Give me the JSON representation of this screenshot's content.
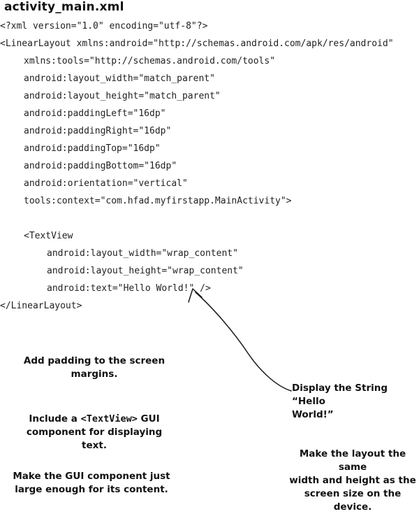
{
  "file_title": "activity_main.xml",
  "code_lines": [
    "<?xml version=\"1.0\" encoding=\"utf-8\"?>",
    "<LinearLayout xmlns:android=\"http://schemas.android.com/apk/res/android\"",
    "xmlns:tools=\"http://schemas.android.com/tools\"",
    "android:layout_width=\"match_parent\"",
    "android:layout_height=\"match_parent\"",
    "android:paddingLeft=\"16dp\"",
    "android:paddingRight=\"16dp\"",
    "android:paddingTop=\"16dp\"",
    "android:paddingBottom=\"16dp\"",
    "android:orientation=\"vertical\"",
    "tools:context=\"com.hfad.myfirstapp.MainActivity\">",
    "",
    "<TextView",
    "android:layout_width=\"wrap_content\"",
    "android:layout_height=\"wrap_content\"",
    "android:text=\"Hello World!\" />",
    "</LinearLayout>"
  ],
  "annotations": {
    "padding_line1": "Add padding to the screen",
    "padding_line2": "margins.",
    "textview_prefix": "Include a ",
    "textview_code": "<TextView>",
    "textview_suffix": " GUI",
    "textview_line2": "component for displaying",
    "textview_line3": "text.",
    "size_line1": "Make the GUI component just",
    "size_line2": "large enough for its content.",
    "string_line1": "Display the String “Hello",
    "string_line2": "World!”",
    "layout_line1": "Make the layout the same",
    "layout_line2": "width and height as the",
    "layout_line3": "screen size on the device."
  }
}
